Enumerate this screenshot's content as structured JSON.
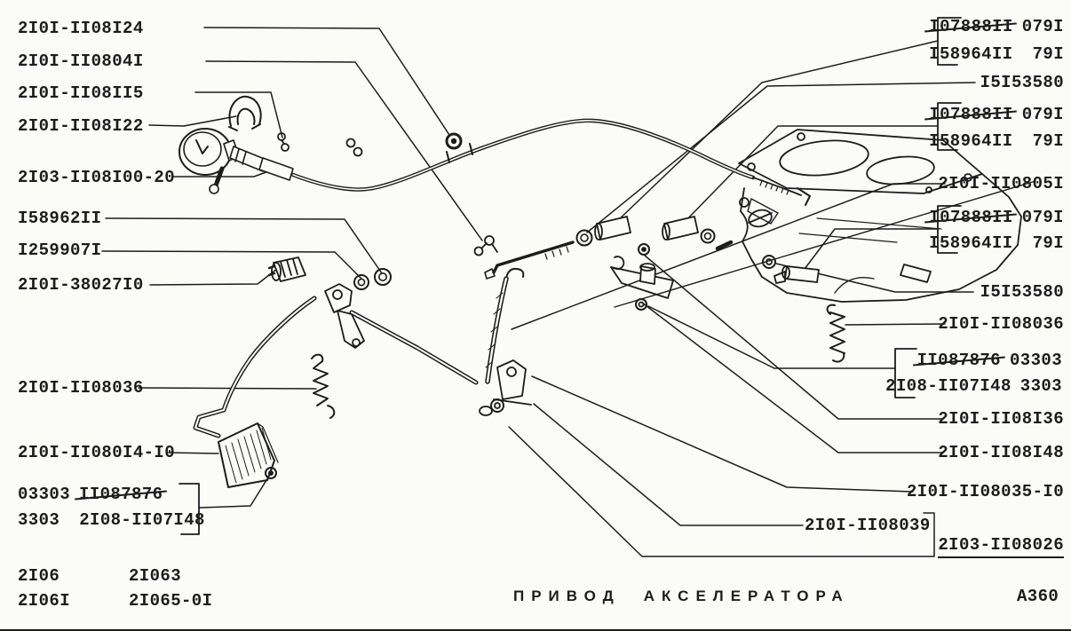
{
  "footer": {
    "title_words": [
      "ПРИВОД",
      "АКСЕЛЕРАТОРА"
    ],
    "sheet_code": "A360",
    "models": [
      "2I06",
      "2I063",
      "2I06I",
      "2I065-0I"
    ]
  },
  "left_labels": [
    "2I0I-II08I24",
    "2I0I-II0804I",
    "2I0I-II08II5",
    "2I0I-II08I22",
    "2I03-II08I00-20",
    "I58962II",
    "I259907I",
    "2I0I-38027I0",
    "2I0I-II08036",
    "2I0I-II080I4-I0"
  ],
  "left_replacement_group": {
    "code_old": "03303",
    "part_old": "II087876",
    "code_new": "3303",
    "part_new": "2I08-II07I48"
  },
  "bolt_pair": {
    "part_old": "I07888II",
    "code_old": "079I",
    "part_new": "I58964II",
    "code_new": "79I"
  },
  "right_labels": {
    "nut_upper": "I5I53580",
    "rod": "2I0I-II0805I",
    "nut_lower": "I5I53580",
    "spring": "2I0I-II08036",
    "bushing": "2I0I-II08I36",
    "washer": "2I0I-II08I48",
    "link": "2I0I-II08035-I0",
    "bracket": "2I0I-II08039",
    "lever": "2I03-II08026"
  },
  "right_replacement_group": {
    "part_old": "II087876",
    "code_old": "03303",
    "part_new": "2I08-II07I48",
    "code_new": "3303"
  }
}
